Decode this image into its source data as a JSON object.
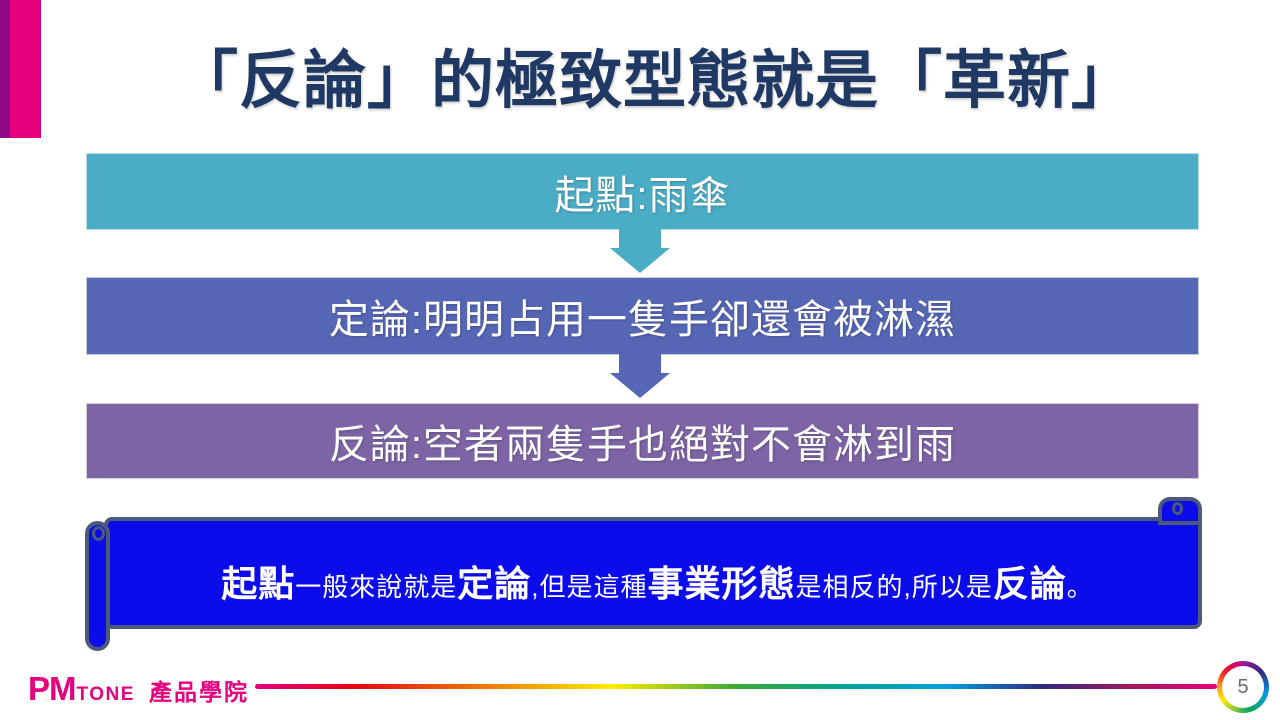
{
  "slide": {
    "title": "「反論」的極致型態就是「革新」",
    "page_number": "5",
    "colors": {
      "title_navy": "#1F3864",
      "accent_purple": "#8E0A86",
      "accent_magenta": "#E5007E",
      "step1_teal": "#4BACC6",
      "step2_blue": "#5566B5",
      "step3_purple": "#7D64A5",
      "banner_fill": "#0C0CEB",
      "banner_border": "#4A5A78"
    }
  },
  "flow": {
    "steps": [
      {
        "label": "起點:雨傘"
      },
      {
        "label": "定論:明明占用一隻手卻還會被淋濕"
      },
      {
        "label": "反論:空者兩隻手也絕對不會淋到雨"
      }
    ]
  },
  "banner": {
    "segments": [
      {
        "text": "起點"
      },
      {
        "text": "一般來說就是"
      },
      {
        "text": "定論"
      },
      {
        "text": ",但是這種"
      },
      {
        "text": "事業形態"
      },
      {
        "text": "是相反的,所以是"
      },
      {
        "text": "反論"
      },
      {
        "text": "。"
      }
    ]
  },
  "footer": {
    "logo_pm": "PM",
    "logo_tone": "TONE",
    "logo_suffix": "產品學院"
  }
}
